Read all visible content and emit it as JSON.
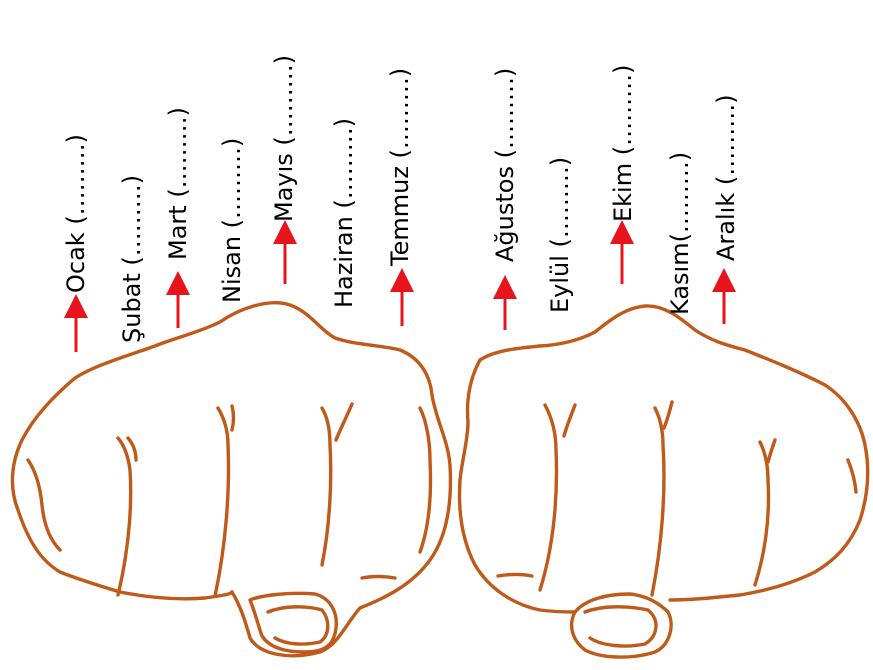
{
  "colors": {
    "hand": "#c05a1a",
    "arrow": "#e8141c",
    "text": "#000000",
    "background": "#ffffff"
  },
  "months": [
    {
      "label": "Ocak (………)",
      "hand": "left",
      "knuckle": true
    },
    {
      "label": "Şubat (………)",
      "hand": "left",
      "knuckle": false
    },
    {
      "label": "Mart (………)",
      "hand": "left",
      "knuckle": true
    },
    {
      "label": "Nisan (………)",
      "hand": "left",
      "knuckle": false
    },
    {
      "label": "Mayıs (………)",
      "hand": "left",
      "knuckle": true
    },
    {
      "label": "Haziran (………)",
      "hand": "left",
      "knuckle": false
    },
    {
      "label": "Temmuz (………)",
      "hand": "left",
      "knuckle": true
    },
    {
      "label": "Ağustos (………)",
      "hand": "right",
      "knuckle": true
    },
    {
      "label": "Eylül (………)",
      "hand": "right",
      "knuckle": false
    },
    {
      "label": "Ekim (………)",
      "hand": "right",
      "knuckle": true
    },
    {
      "label": "Kasım(………)",
      "hand": "right",
      "knuckle": false
    },
    {
      "label": "Aralık (………)",
      "hand": "right",
      "knuckle": true
    }
  ]
}
